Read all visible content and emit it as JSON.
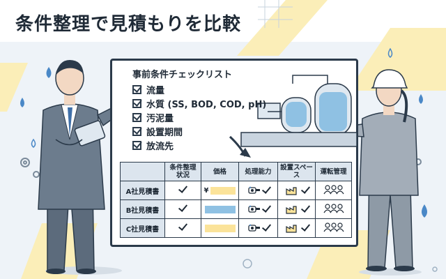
{
  "title": "条件整理で見積もりを比較",
  "checklist": {
    "title": "事前条件チェックリスト",
    "items": [
      "流量",
      "水質 (SS, BOD, COD, pH)",
      "汚泥量",
      "設置期間",
      "放流先"
    ]
  },
  "table": {
    "headers": [
      "条件整理\n状況",
      "価格",
      "処理能力",
      "設置スペース",
      "運転管理"
    ],
    "rows": [
      {
        "name": "A社見積書",
        "price_symbol": "¥",
        "price_color": "#fbe39a"
      },
      {
        "name": "B社見積書",
        "price_symbol": "",
        "price_color": "#8fc1e3"
      },
      {
        "name": "C社見積書",
        "price_symbol": "",
        "price_color": "#fbe39a"
      }
    ]
  },
  "colors": {
    "navy": "#2b3a4a",
    "light_blue": "#8fc1e3",
    "pale_blue": "#dce5ee",
    "yellow": "#fbe39a"
  },
  "icons": [
    "pump-icon",
    "factory-icon",
    "people-icon",
    "check-icon",
    "water-drop-icon",
    "gear-icon"
  ]
}
